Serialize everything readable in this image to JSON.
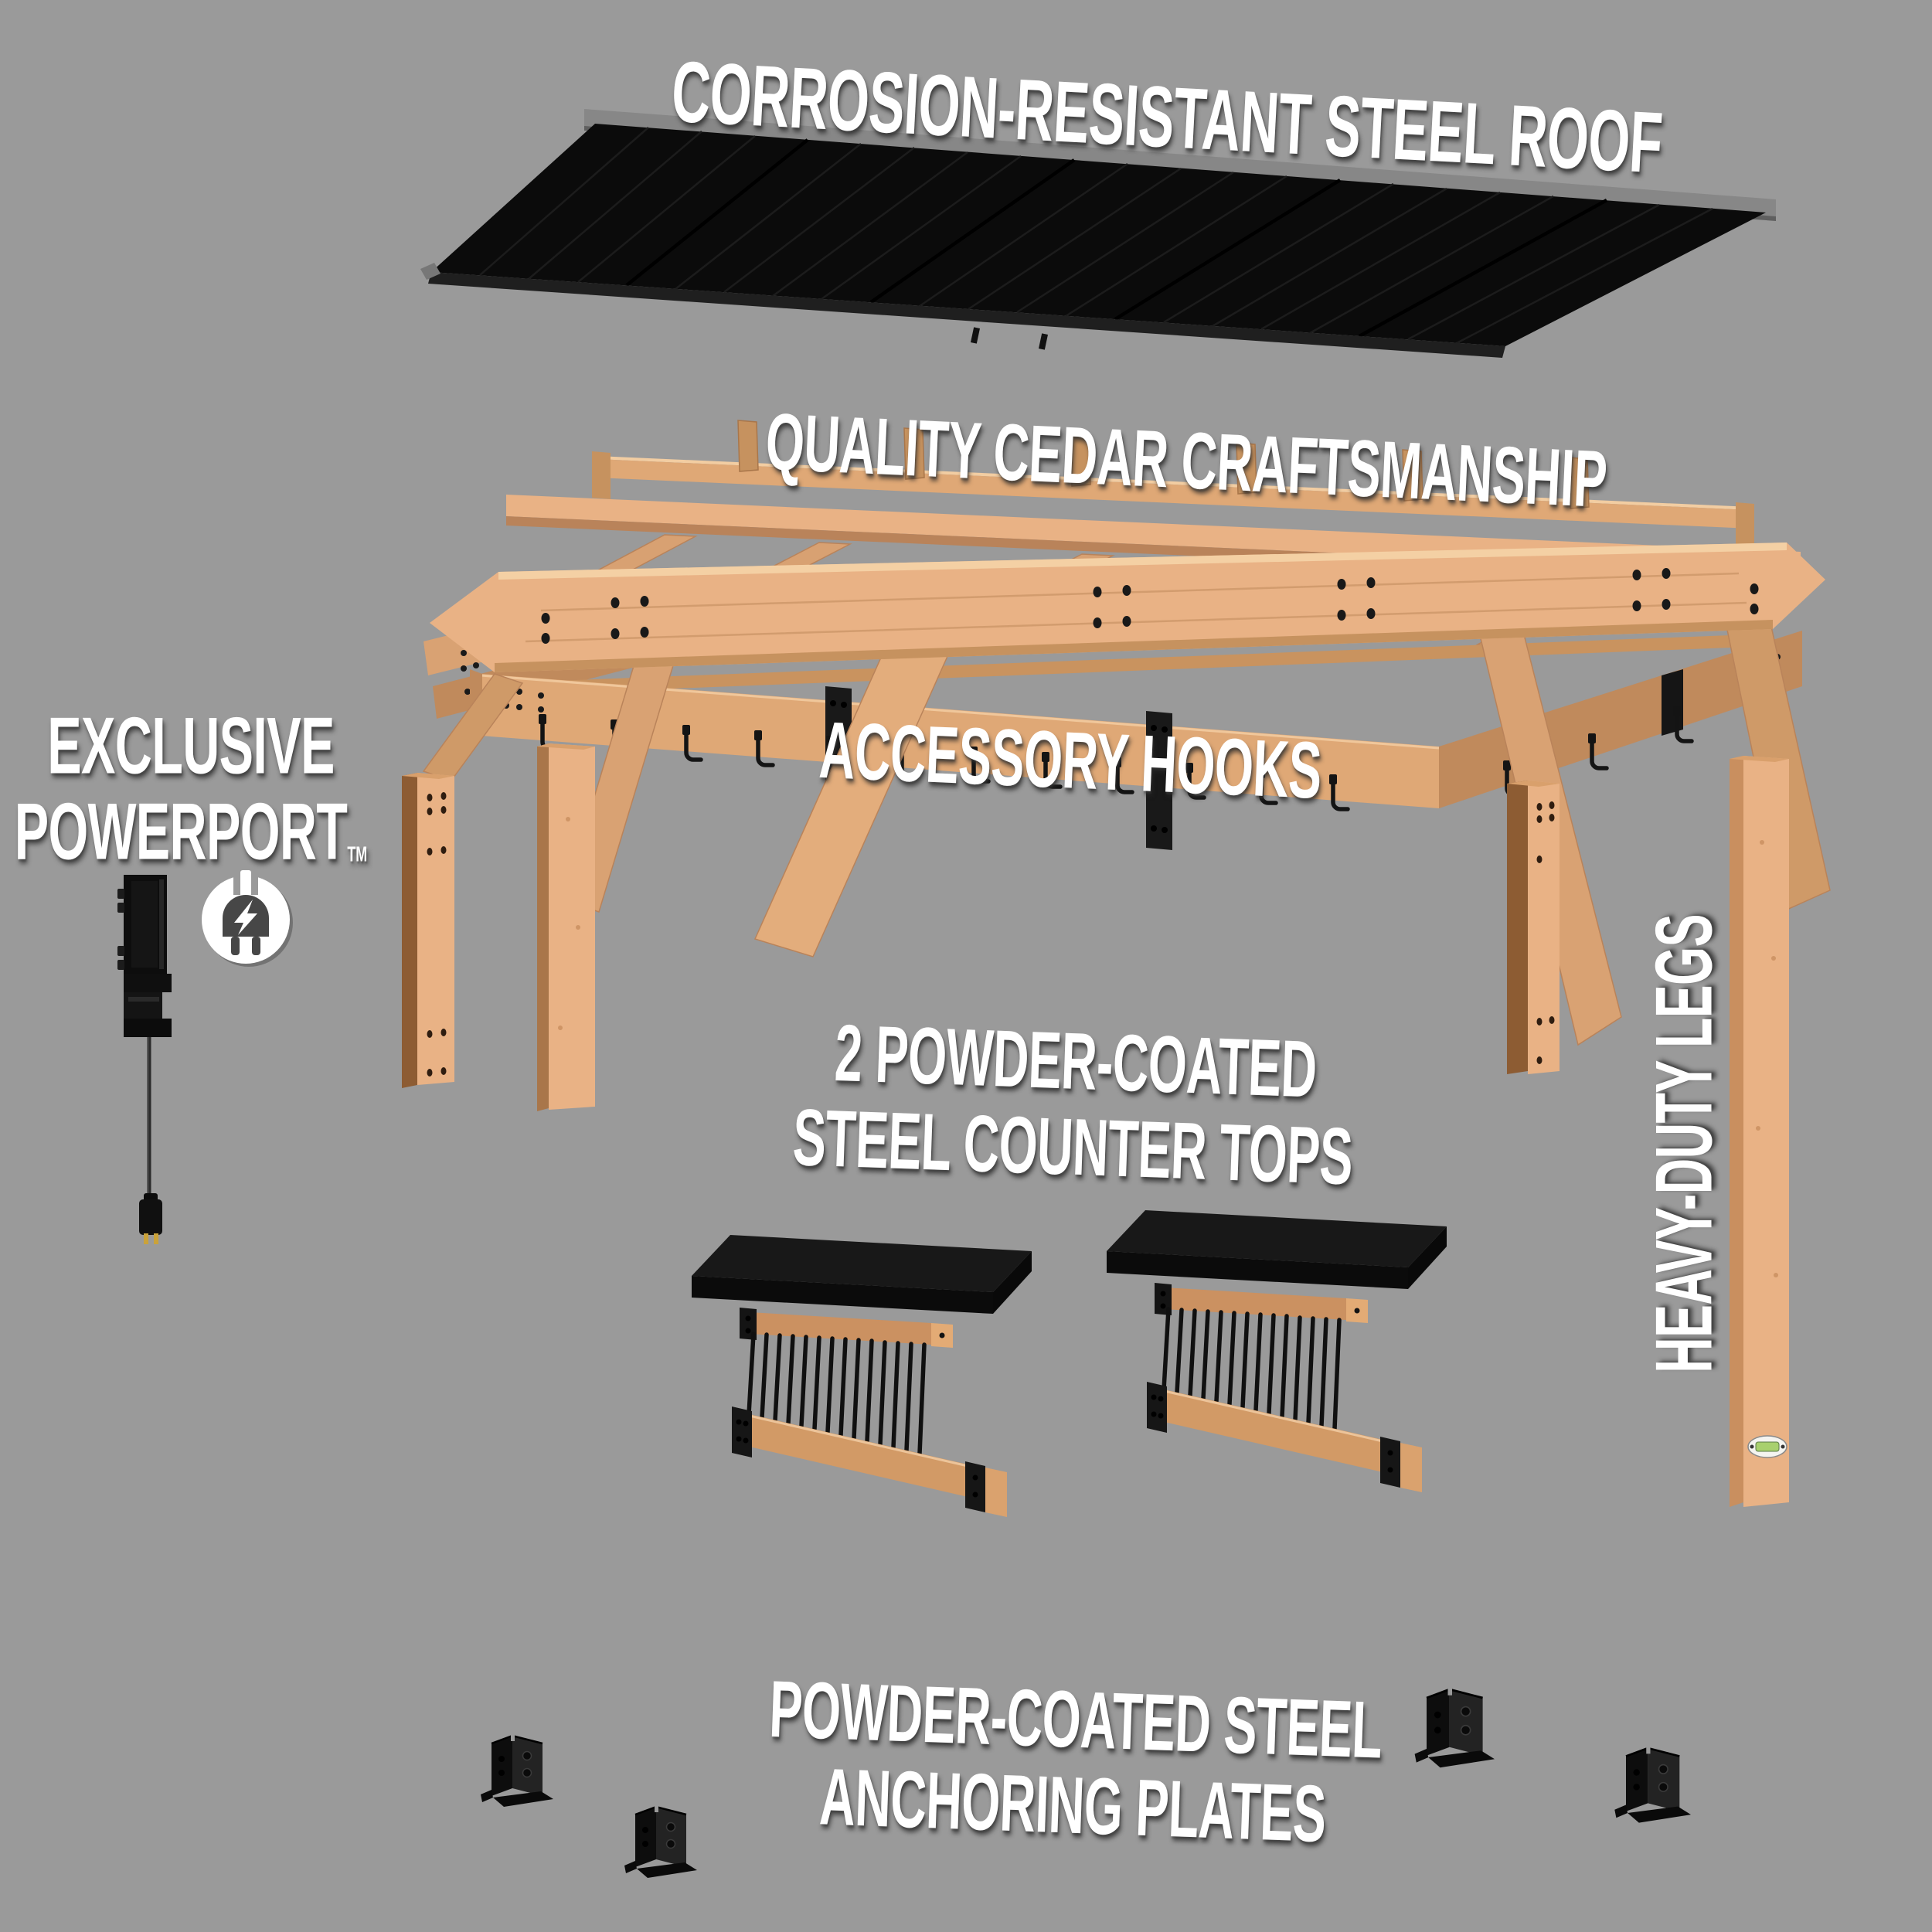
{
  "page": {
    "background": "#9a9a9a",
    "kind": "exploded product diagram of a cedar grill gazebo kit"
  },
  "labels": {
    "roof_label": "CORROSION-RESISTANT STEEL ROOF",
    "cedar_label": "QUALITY CEDAR CRAFTSMANSHIP",
    "hooks_label": "ACCESSORY HOOKS",
    "powerport_line1": "EXCLUSIVE",
    "powerport_line2": "POWERPORT",
    "powerport_tm": "TM",
    "countertops_line1": "2 POWDER-COATED",
    "countertops_line2": "STEEL COUNTER TOPS",
    "legs_label": "HEAVY-DUTY LEGS",
    "anchor_line1": "POWDER-COATED STEEL",
    "anchor_line2": "ANCHORING PLATES"
  },
  "icons": {
    "powerport": "plug-lightning-icon"
  },
  "colors": {
    "background": "#9a9a9a",
    "label_text": "#ffffff",
    "steel_black": "#0d0d0d",
    "ridge_gray": "#878787",
    "cedar_light": "#e9b285",
    "cedar_mid": "#dfa876",
    "cedar_dark": "#b9835a",
    "cedar_shadow": "#8d5c33",
    "plug_prong_gold": "#caa23a",
    "badge_green": "#a8d06e"
  }
}
